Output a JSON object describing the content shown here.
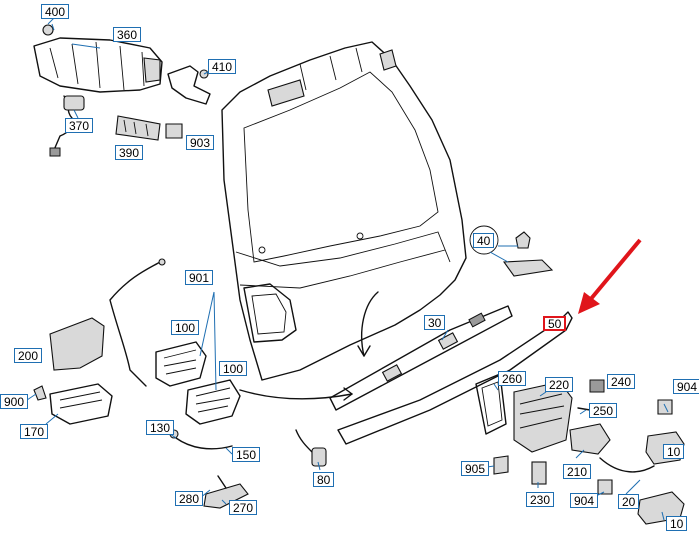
{
  "diagram": {
    "callouts": [
      "400",
      "360",
      "410",
      "370",
      "903",
      "390",
      "40",
      "901",
      "50",
      "200",
      "100",
      "30",
      "100",
      "260",
      "220",
      "240",
      "904",
      "900",
      "250",
      "170",
      "130",
      "150",
      "210",
      "10",
      "905",
      "904",
      "20",
      "80",
      "280",
      "230",
      "270",
      "10"
    ],
    "highlight_color": "#e0151b",
    "callout_border_color": "#1f6fb2"
  }
}
